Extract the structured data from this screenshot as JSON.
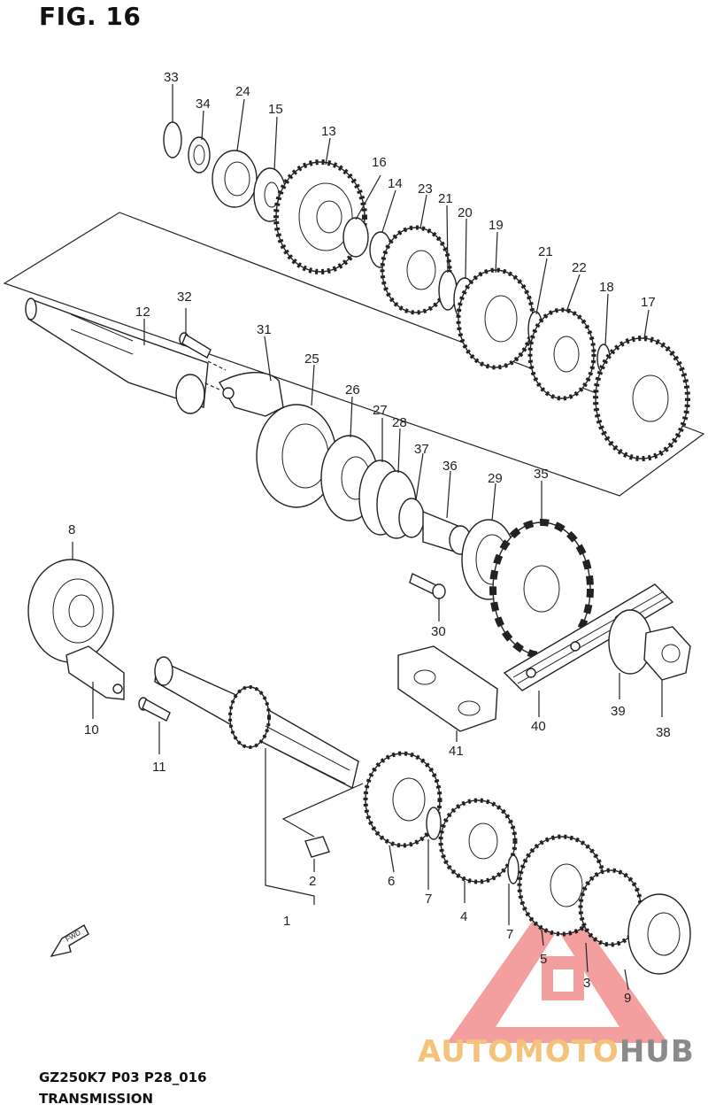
{
  "figure": {
    "title": "FIG. 16",
    "model_code": "GZ250K7 P03 P28_016",
    "section": "TRANSMISSION",
    "fwd_label": "FWD"
  },
  "watermark": {
    "text_part1": "AUTOMOTO",
    "text_part2": "HUB",
    "color_triangle": "#f08080",
    "color_text1": "#f4c27a",
    "color_text2": "#8a8a8a"
  },
  "callouts": [
    {
      "id": "c33",
      "label": "33"
    },
    {
      "id": "c34",
      "label": "34"
    },
    {
      "id": "c24",
      "label": "24"
    },
    {
      "id": "c15",
      "label": "15"
    },
    {
      "id": "c13",
      "label": "13"
    },
    {
      "id": "c16",
      "label": "16"
    },
    {
      "id": "c14",
      "label": "14"
    },
    {
      "id": "c23",
      "label": "23"
    },
    {
      "id": "c21a",
      "label": "21"
    },
    {
      "id": "c20",
      "label": "20"
    },
    {
      "id": "c19",
      "label": "19"
    },
    {
      "id": "c21b",
      "label": "21"
    },
    {
      "id": "c22",
      "label": "22"
    },
    {
      "id": "c18",
      "label": "18"
    },
    {
      "id": "c17",
      "label": "17"
    },
    {
      "id": "c32",
      "label": "32"
    },
    {
      "id": "c12",
      "label": "12"
    },
    {
      "id": "c31",
      "label": "31"
    },
    {
      "id": "c25",
      "label": "25"
    },
    {
      "id": "c26",
      "label": "26"
    },
    {
      "id": "c27",
      "label": "27"
    },
    {
      "id": "c28",
      "label": "28"
    },
    {
      "id": "c37",
      "label": "37"
    },
    {
      "id": "c36",
      "label": "36"
    },
    {
      "id": "c29",
      "label": "29"
    },
    {
      "id": "c35",
      "label": "35"
    },
    {
      "id": "c8",
      "label": "8"
    },
    {
      "id": "c30",
      "label": "30"
    },
    {
      "id": "c10",
      "label": "10"
    },
    {
      "id": "c11",
      "label": "11"
    },
    {
      "id": "c41",
      "label": "41"
    },
    {
      "id": "c40",
      "label": "40"
    },
    {
      "id": "c39",
      "label": "39"
    },
    {
      "id": "c38",
      "label": "38"
    },
    {
      "id": "c6",
      "label": "6"
    },
    {
      "id": "c7a",
      "label": "7"
    },
    {
      "id": "c4",
      "label": "4"
    },
    {
      "id": "c7b",
      "label": "7"
    },
    {
      "id": "c5",
      "label": "5"
    },
    {
      "id": "c3",
      "label": "3"
    },
    {
      "id": "c9",
      "label": "9"
    },
    {
      "id": "c2",
      "label": "2"
    },
    {
      "id": "c1",
      "label": "1"
    }
  ]
}
